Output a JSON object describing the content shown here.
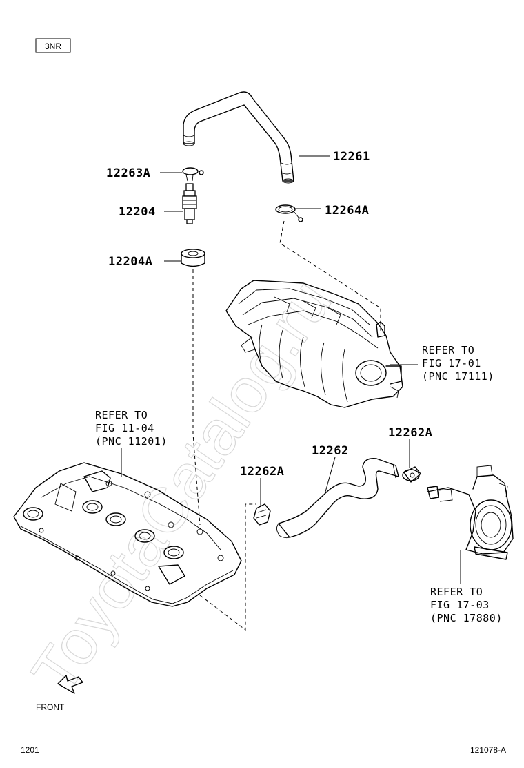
{
  "engine_code": "3NR",
  "watermark": "ToyotaCatalog.ru",
  "parts": {
    "p12261": "12261",
    "p12263A": "12263A",
    "p12204": "12204",
    "p12264A": "12264A",
    "p12204A": "12204A",
    "p12262": "12262",
    "p12262A_left": "12262A",
    "p12262A_right": "12262A"
  },
  "references": {
    "intake": {
      "line1": "REFER TO",
      "line2": "FIG 17-01",
      "line3": "(PNC 17111)"
    },
    "head_cover": {
      "line1": "REFER TO",
      "line2": "FIG 11-04",
      "line3": "(PNC 11201)"
    },
    "throttle": {
      "line1": "REFER TO",
      "line2": "FIG 17-03",
      "line3": "(PNC 17880)"
    }
  },
  "front_label": "FRONT",
  "page_code": "1201",
  "figure_code": "121078-A"
}
